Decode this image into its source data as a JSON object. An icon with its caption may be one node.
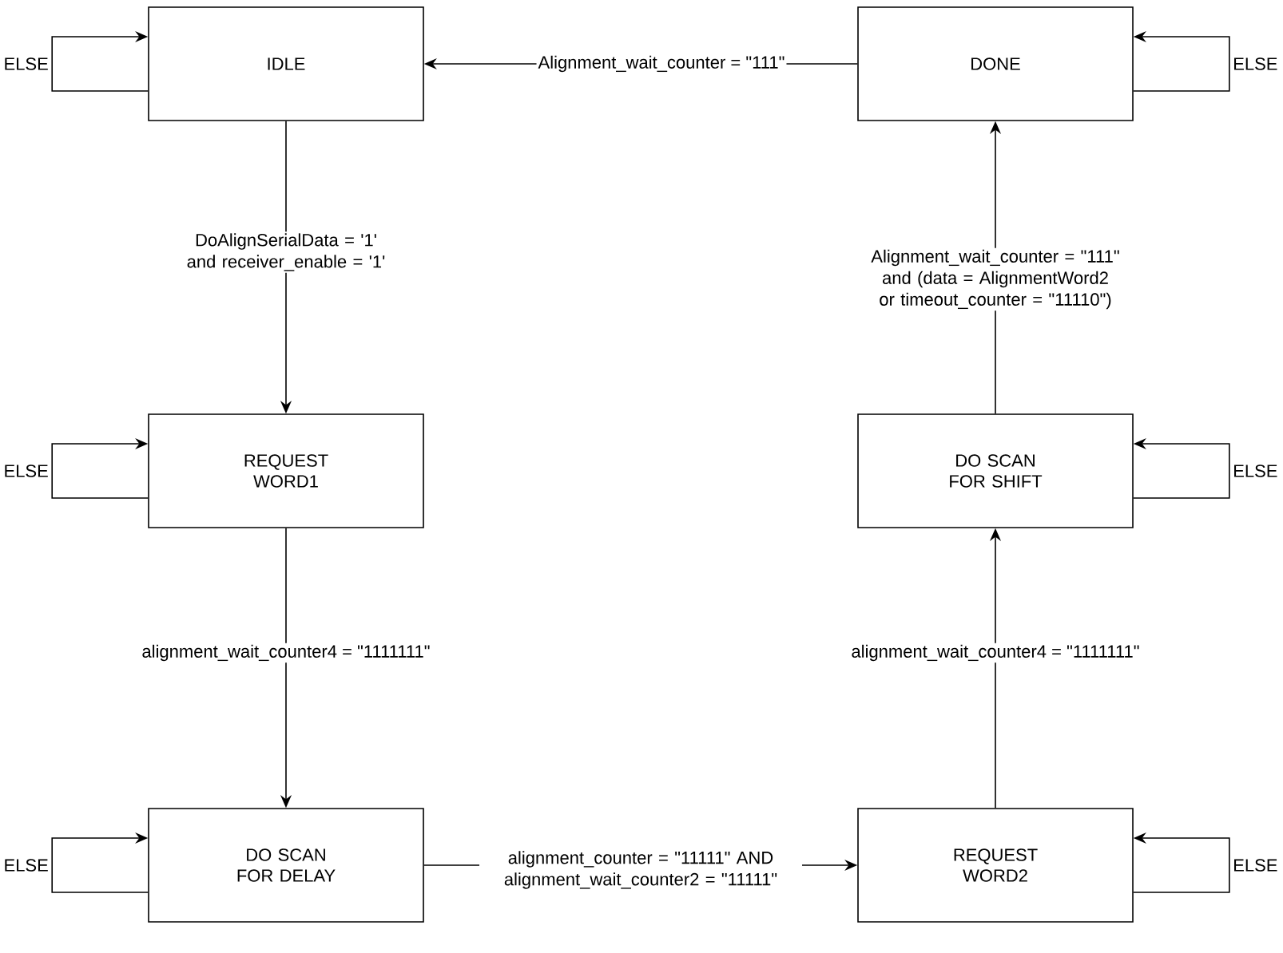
{
  "diagram": {
    "nodes": [
      {
        "text": [
          "IDLE"
        ]
      },
      {
        "text": [
          "DONE"
        ]
      },
      {
        "text": [
          "REQUEST WORD1"
        ]
      },
      {
        "text": [
          "DO SCAN FOR SHIFT"
        ]
      },
      {
        "text": [
          "DO SCAN FOR DELAY"
        ]
      },
      {
        "text": [
          "REQUEST WORD2"
        ]
      }
    ],
    "edges": [
      {
        "from": 0,
        "to": 2,
        "arrow": "to",
        "label": "DoAlignSerialData = '1' and receiver_enable = '1'"
      },
      {
        "from": 2,
        "to": 4,
        "arrow": "to",
        "label": "alignment_wait_counter4 = \"1111111\""
      },
      {
        "from": 4,
        "to": 5,
        "arrow": "to",
        "label": "alignment_counter = \"11111\" AND alignment_wait_counter2 = \"11111\""
      },
      {
        "from": 5,
        "to": 3,
        "arrow": "to",
        "label": "alignment_wait_counter4 = \"1111111\""
      },
      {
        "from": 3,
        "to": 1,
        "arrow": "to",
        "label": "Alignment_wait_counter = \"111\" and (data = AlignmentWord2 or timeout_counter = \"11110\")"
      },
      {
        "from": 1,
        "to": 0,
        "arrow": "to",
        "label": "Alignment_wait_counter = \"111\""
      },
      {
        "from": 0,
        "to": 0,
        "arrow": "to",
        "label": "ELSE"
      },
      {
        "from": 1,
        "to": 1,
        "arrow": "to",
        "label": "ELSE"
      },
      {
        "from": 2,
        "to": 2,
        "arrow": "to",
        "label": "ELSE"
      },
      {
        "from": 3,
        "to": 3,
        "arrow": "to",
        "label": "ELSE"
      },
      {
        "from": 4,
        "to": 4,
        "arrow": "to",
        "label": "ELSE"
      },
      {
        "from": 5,
        "to": 5,
        "arrow": "to",
        "label": "ELSE"
      }
    ]
  }
}
